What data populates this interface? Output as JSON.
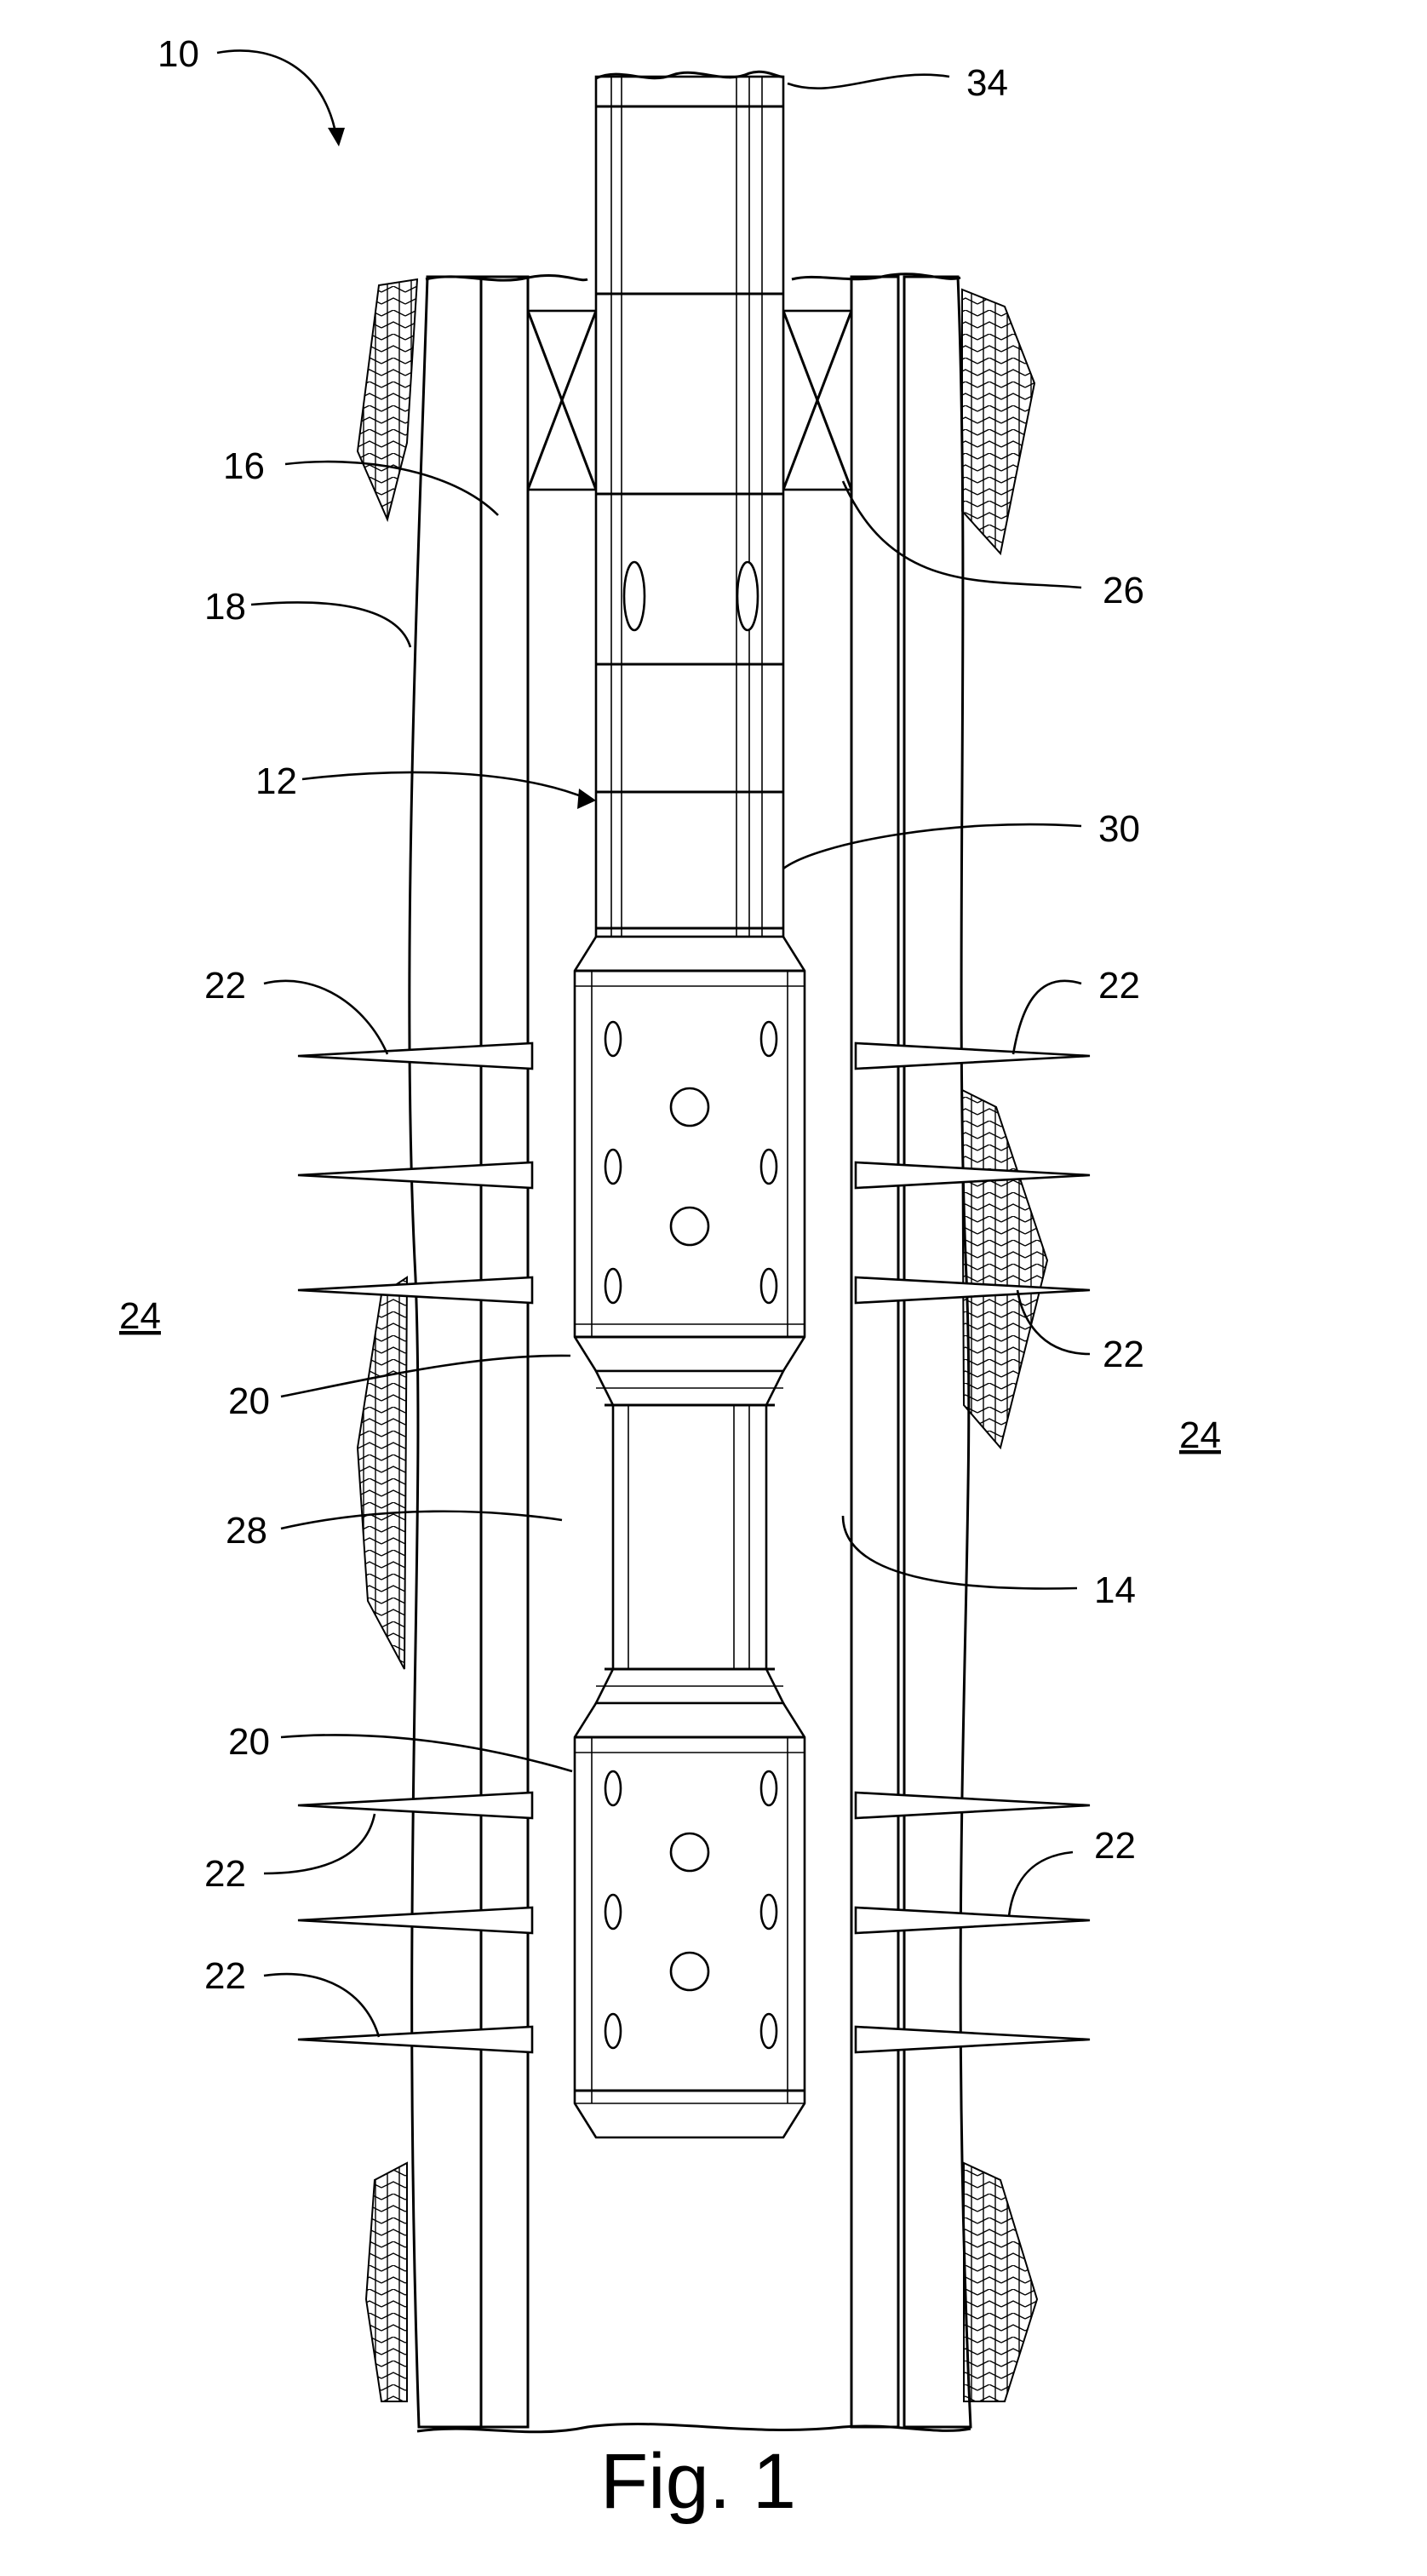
{
  "figure": {
    "caption": "Fig. 1",
    "labels": {
      "system": "10",
      "tool_string": "12",
      "wellbore_wall": "14",
      "casing": "16",
      "cement": "18",
      "gun_upper": "20",
      "gun_lower": "20",
      "perf_1": "22",
      "perf_2": "22",
      "perf_3": "22",
      "perf_4": "22",
      "perf_5": "22",
      "perf_6": "22",
      "formation_left": "24",
      "formation_right": "24",
      "packer": "26",
      "annulus": "28",
      "tubing": "30",
      "conveyance": "34"
    }
  }
}
